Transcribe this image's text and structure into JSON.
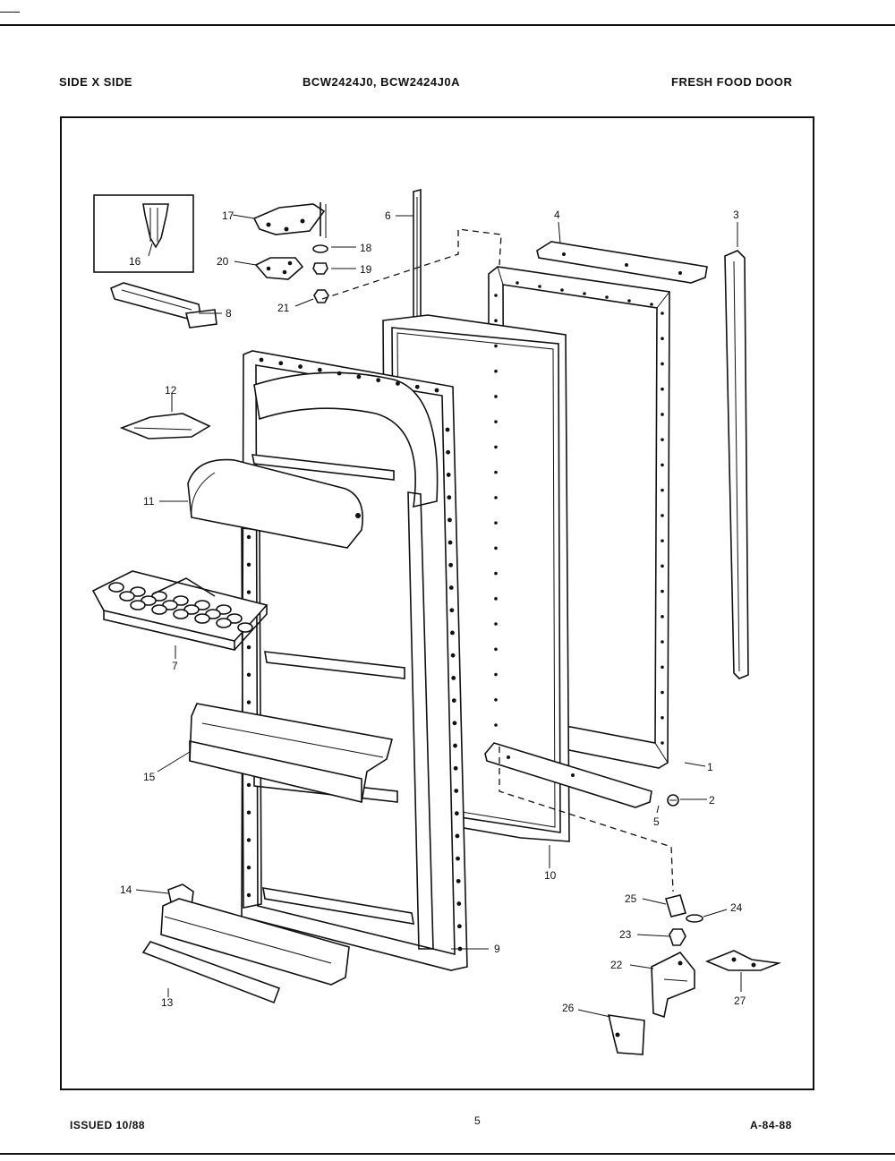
{
  "header": {
    "left": "SIDE X SIDE",
    "center": "BCW2424J0, BCW2424J0A",
    "right": "FRESH FOOD DOOR"
  },
  "footer": {
    "left": "ISSUED 10/88",
    "right": "A-84-88"
  },
  "callouts": [
    "1",
    "2",
    "3",
    "4",
    "5",
    "5",
    "6",
    "7",
    "8",
    "9",
    "10",
    "11",
    "12",
    "13",
    "14",
    "15",
    "16",
    "17",
    "18",
    "19",
    "20",
    "21",
    "22",
    "23",
    "24",
    "25",
    "26",
    "27"
  ]
}
